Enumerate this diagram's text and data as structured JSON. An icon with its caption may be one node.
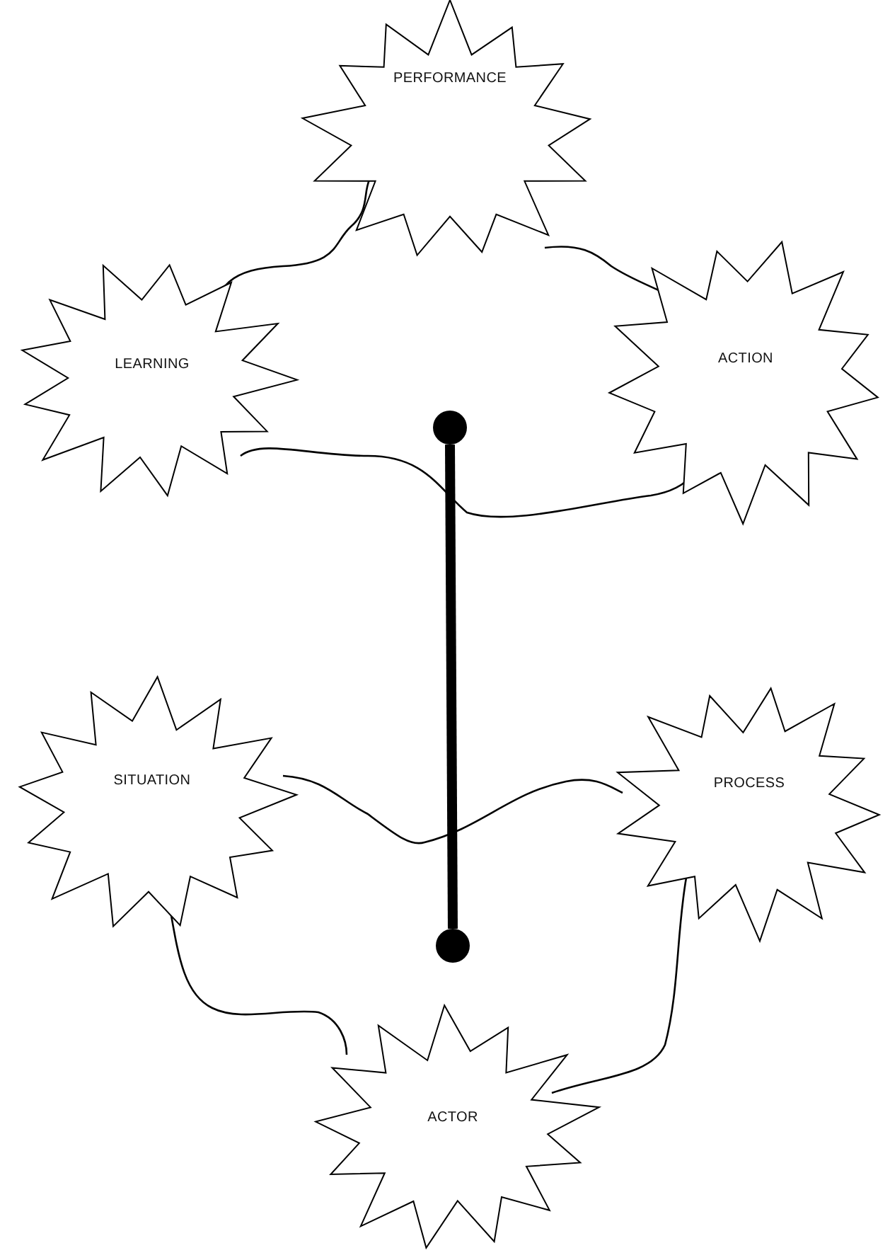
{
  "diagram": {
    "nodes": [
      {
        "text": [
          "PERFORMANCE"
        ]
      },
      {
        "text": [
          "LEARNING"
        ]
      },
      {
        "text": [
          "ACTION"
        ]
      },
      {
        "text": [],
        "shape": "circle"
      },
      {
        "text": [
          "SITUATION"
        ]
      },
      {
        "text": [
          "PROCESS"
        ]
      },
      {
        "text": [],
        "shape": "circle"
      },
      {
        "text": [
          "ACTOR"
        ]
      }
    ],
    "edges": [
      {
        "from": 1,
        "to": 0,
        "arrow": "none"
      },
      {
        "from": 0,
        "to": 2,
        "arrow": "none"
      },
      {
        "from": 1,
        "to": 2,
        "arrow": "none"
      },
      {
        "from": 3,
        "to": 6,
        "arrow": "none",
        "style": "thick"
      },
      {
        "from": 4,
        "to": 5,
        "arrow": "none"
      },
      {
        "from": 4,
        "to": 7,
        "arrow": "none"
      },
      {
        "from": 5,
        "to": 7,
        "arrow": "none"
      }
    ]
  }
}
